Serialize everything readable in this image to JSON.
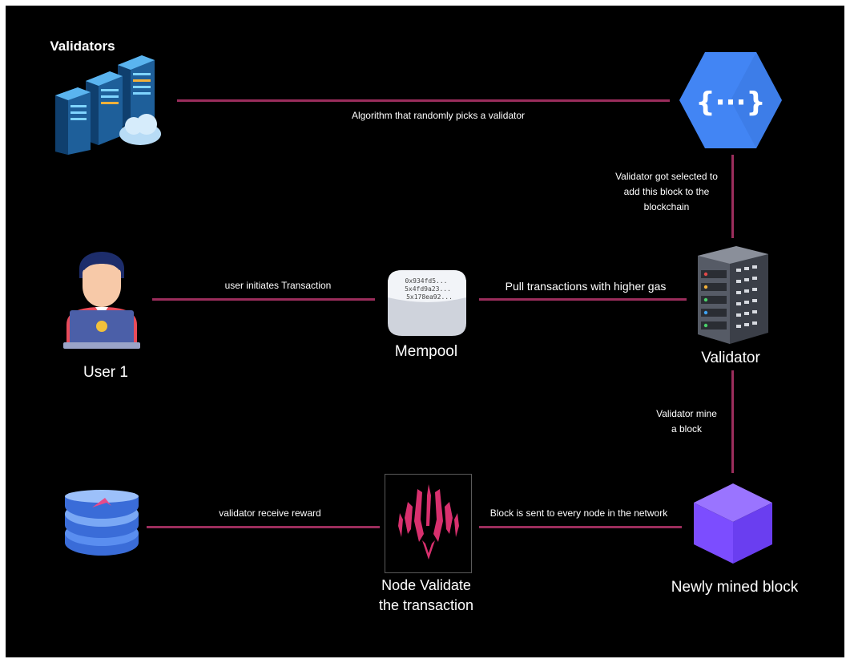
{
  "nodes": {
    "validators_label": "Validators",
    "user_label": "User 1",
    "mempool_label": "Mempool",
    "validator_label": "Validator",
    "new_block_label": "Newly mined block",
    "node_validate_line1": "Node Validate",
    "node_validate_line2": "the transaction"
  },
  "edges": {
    "algorithm": "Algorithm that randomly picks a validator",
    "selected_line1": "Validator got selected to",
    "selected_line2": "add this block to the",
    "selected_line3": "blockchain",
    "user_initiates": "user initiates Transaction",
    "pull_transactions": "Pull transactions with higher gas",
    "mine_line1": "Validator mine",
    "mine_line2": "a block",
    "reward": "validator receive reward",
    "block_sent": "Block is sent to every node in the network"
  },
  "mempool_code": [
    "0x934fd5...",
    "5x4fd9a23...",
    "5x178ea92..."
  ],
  "colors": {
    "background": "#000000",
    "connector": "#9b2d5c",
    "function_hex": "#4285f4",
    "block": "#7c4dff",
    "node_logo": "#d8306e"
  }
}
